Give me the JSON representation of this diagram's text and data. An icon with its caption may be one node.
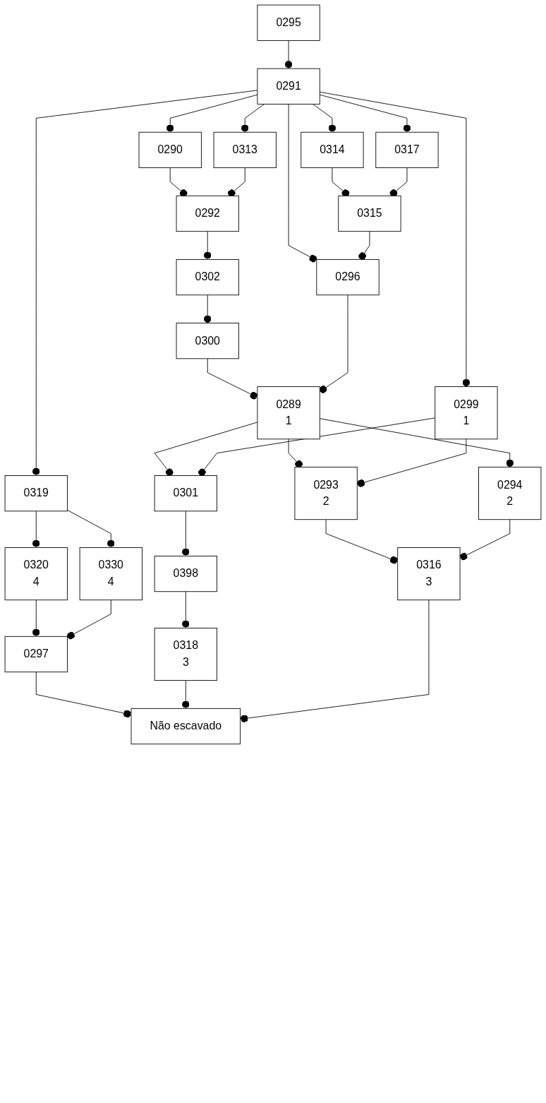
{
  "diagram": {
    "nodes": [
      {
        "text": [
          "0295"
        ]
      },
      {
        "text": [
          "0291"
        ]
      },
      {
        "text": [
          "0290"
        ]
      },
      {
        "text": [
          "0313"
        ]
      },
      {
        "text": [
          "0314"
        ]
      },
      {
        "text": [
          "0317"
        ]
      },
      {
        "text": [
          "0319"
        ]
      },
      {
        "text": [
          "0292"
        ]
      },
      {
        "text": [
          "0315"
        ]
      },
      {
        "text": [
          "0320",
          "4"
        ]
      },
      {
        "text": [
          "0330",
          "4"
        ]
      },
      {
        "text": [
          "0302"
        ]
      },
      {
        "text": [
          "0296"
        ]
      },
      {
        "text": [
          "0297"
        ]
      },
      {
        "text": [
          "0300"
        ]
      },
      {
        "text": [
          "0289",
          "1"
        ]
      },
      {
        "text": [
          "0299",
          "1"
        ]
      },
      {
        "text": [
          "0301"
        ]
      },
      {
        "text": [
          "0293",
          "2"
        ]
      },
      {
        "text": [
          "0294",
          "2"
        ]
      },
      {
        "text": [
          "0398"
        ]
      },
      {
        "text": [
          "0318",
          "3"
        ]
      },
      {
        "text": [
          "0316",
          "3"
        ]
      },
      {
        "text": [
          "Não escavado"
        ]
      }
    ],
    "edges": [
      {
        "from": 0,
        "to": 1,
        "arrow": "other"
      },
      {
        "from": 1,
        "to": 2,
        "arrow": "other"
      },
      {
        "from": 1,
        "to": 3,
        "arrow": "other"
      },
      {
        "from": 1,
        "to": 12,
        "arrow": "other"
      },
      {
        "from": 1,
        "to": 4,
        "arrow": "other"
      },
      {
        "from": 1,
        "to": 5,
        "arrow": "other"
      },
      {
        "from": 1,
        "to": 16,
        "arrow": "other"
      },
      {
        "from": 1,
        "to": 6,
        "arrow": "other"
      },
      {
        "from": 2,
        "to": 7,
        "arrow": "other"
      },
      {
        "from": 3,
        "to": 7,
        "arrow": "other"
      },
      {
        "from": 4,
        "to": 8,
        "arrow": "other"
      },
      {
        "from": 5,
        "to": 8,
        "arrow": "other"
      },
      {
        "from": 6,
        "to": 9,
        "arrow": "other"
      },
      {
        "from": 6,
        "to": 10,
        "arrow": "other"
      },
      {
        "from": 7,
        "to": 11,
        "arrow": "other"
      },
      {
        "from": 8,
        "to": 12,
        "arrow": "other"
      },
      {
        "from": 9,
        "to": 13,
        "arrow": "other"
      },
      {
        "from": 10,
        "to": 13,
        "arrow": "other"
      },
      {
        "from": 11,
        "to": 14,
        "arrow": "other"
      },
      {
        "from": 14,
        "to": 15,
        "arrow": "other"
      },
      {
        "from": 12,
        "to": 15,
        "arrow": "other"
      },
      {
        "from": 13,
        "to": 23,
        "arrow": "other"
      },
      {
        "from": 15,
        "to": 17,
        "arrow": "other"
      },
      {
        "from": 15,
        "to": 18,
        "arrow": "other"
      },
      {
        "from": 15,
        "to": 19,
        "arrow": "other"
      },
      {
        "from": 16,
        "to": 17,
        "arrow": "other"
      },
      {
        "from": 16,
        "to": 18,
        "arrow": "other"
      },
      {
        "from": 17,
        "to": 20,
        "arrow": "other"
      },
      {
        "from": 20,
        "to": 21,
        "arrow": "other"
      },
      {
        "from": 18,
        "to": 22,
        "arrow": "other"
      },
      {
        "from": 19,
        "to": 22,
        "arrow": "other"
      },
      {
        "from": 21,
        "to": 23,
        "arrow": "other"
      },
      {
        "from": 22,
        "to": 23,
        "arrow": "other"
      }
    ]
  }
}
